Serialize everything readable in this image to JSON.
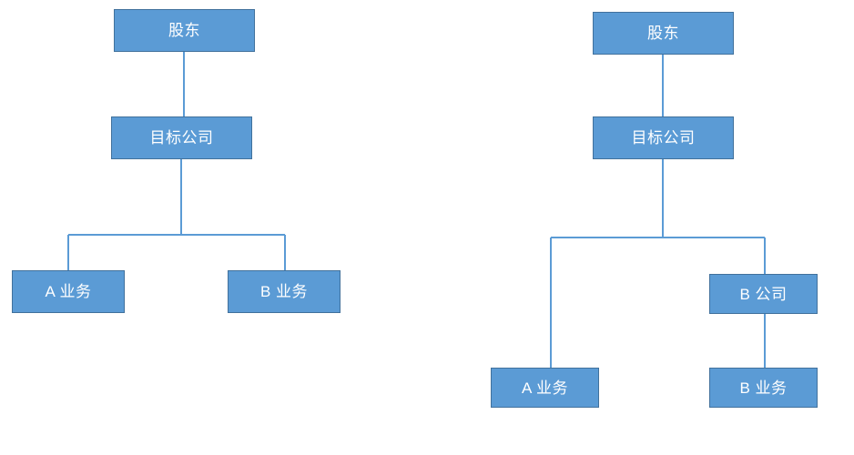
{
  "diagram": {
    "type": "org-chart",
    "background_color": "#FFFFFF",
    "node_fill_color": "#5B9BD5",
    "node_border_color": "#41719C",
    "node_text_color": "#FFFFFF",
    "connector_color": "#5B9BD5",
    "charts": [
      {
        "id": "left",
        "name": "before-restructuring",
        "nodes": [
          {
            "id": "l-shareholder",
            "label": "股东"
          },
          {
            "id": "l-target",
            "label": "目标公司"
          },
          {
            "id": "l-a",
            "label": "A 业务"
          },
          {
            "id": "l-b",
            "label": "B 业务"
          }
        ],
        "edges": [
          {
            "from": "l-shareholder",
            "to": "l-target"
          },
          {
            "from": "l-target",
            "to": "l-a"
          },
          {
            "from": "l-target",
            "to": "l-b"
          }
        ]
      },
      {
        "id": "right",
        "name": "after-restructuring",
        "nodes": [
          {
            "id": "r-shareholder",
            "label": "股东"
          },
          {
            "id": "r-target",
            "label": "目标公司"
          },
          {
            "id": "r-bcompany",
            "label": "B 公司"
          },
          {
            "id": "r-a",
            "label": "A 业务"
          },
          {
            "id": "r-b",
            "label": "B 业务"
          }
        ],
        "edges": [
          {
            "from": "r-shareholder",
            "to": "r-target"
          },
          {
            "from": "r-target",
            "to": "r-a"
          },
          {
            "from": "r-target",
            "to": "r-bcompany"
          },
          {
            "from": "r-bcompany",
            "to": "r-b"
          }
        ]
      }
    ]
  }
}
